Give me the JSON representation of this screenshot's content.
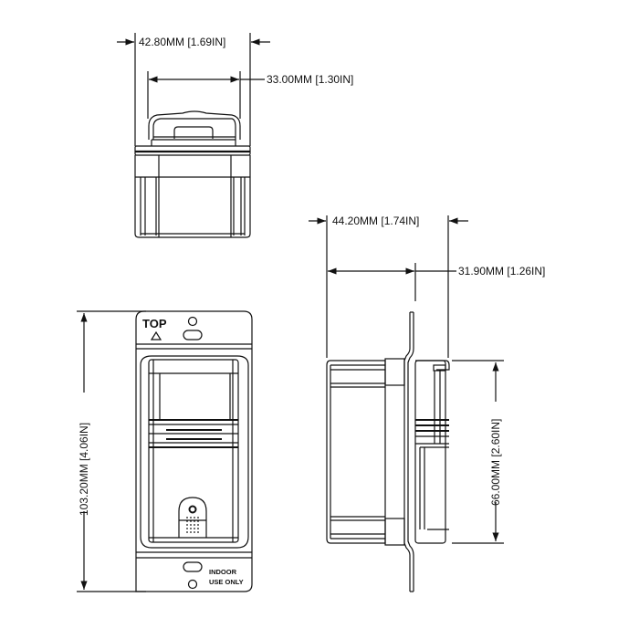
{
  "drawing": {
    "views": {
      "top": {
        "name": "top-view"
      },
      "front": {
        "name": "front-view",
        "top_label": "TOP",
        "top_symbol": "△",
        "indoor_line1": "INDOOR",
        "indoor_line2": "USE ONLY"
      },
      "side": {
        "name": "side-view"
      }
    },
    "dimensions": {
      "top_overall_width": "42.80MM [1.69IN]",
      "top_lens_width": "33.00MM [1.30IN]",
      "side_overall_depth": "44.20MM [1.74IN]",
      "side_body_depth": "31.90MM [1.26IN]",
      "front_overall_height": "103.20MM [4.06IN]",
      "side_body_height": "66.00MM [2.60IN]"
    },
    "colors": {
      "line": "#111111",
      "background": "#ffffff"
    }
  }
}
